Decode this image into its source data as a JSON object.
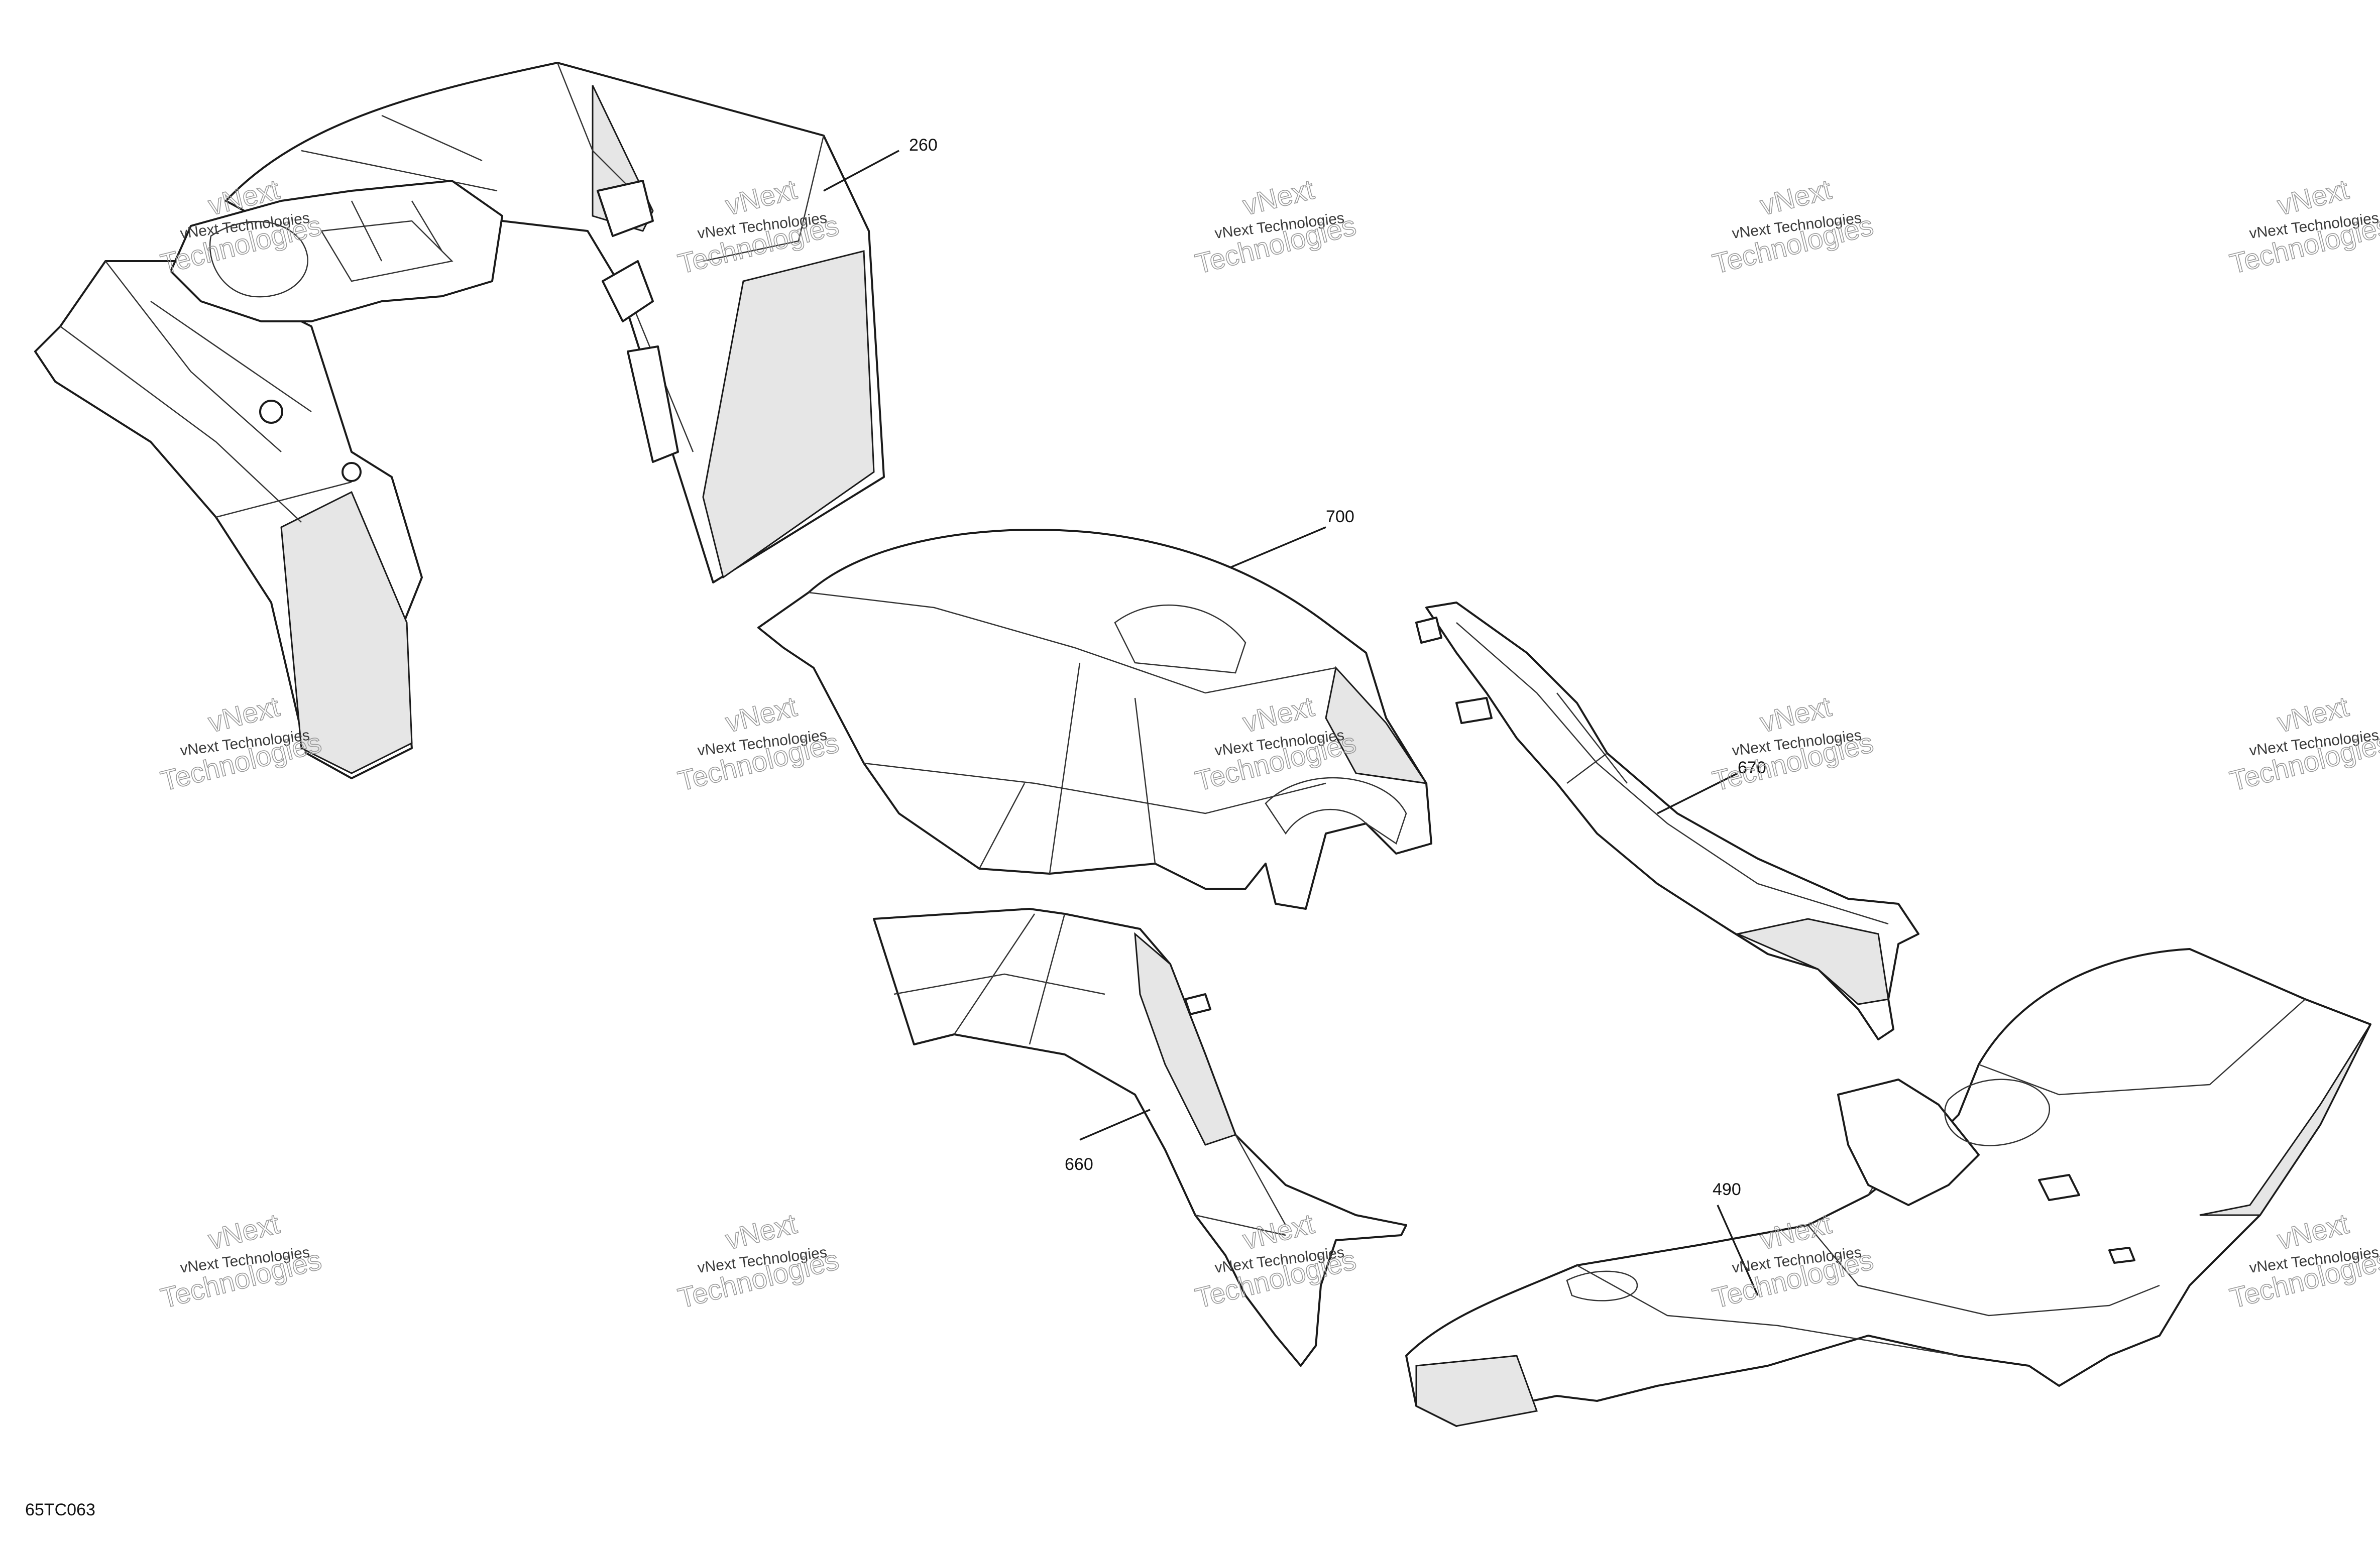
{
  "callouts": [
    {
      "id": "260",
      "label": "260"
    },
    {
      "id": "700",
      "label": "700"
    },
    {
      "id": "670",
      "label": "670"
    },
    {
      "id": "660",
      "label": "660"
    },
    {
      "id": "490",
      "label": "490"
    }
  ],
  "reference_code": "65TC063",
  "watermark": {
    "line1": "vNext Technologies",
    "line2": "vNext",
    "line3": "Technologies"
  },
  "colors": {
    "line": "#1a1a1a",
    "shade": "#e6e6e6",
    "watermark": "#9a9a9a"
  }
}
